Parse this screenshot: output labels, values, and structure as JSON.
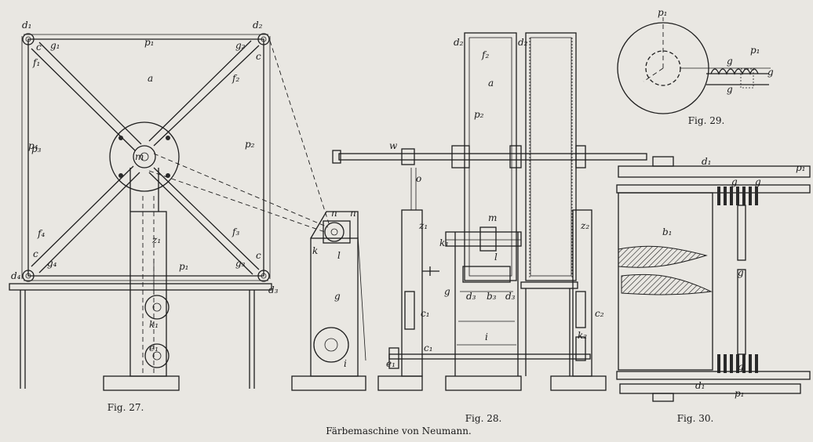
{
  "title": "Färbemaschine von Neumann.",
  "figures": [
    {
      "id": "fig27",
      "caption": "Fig. 27."
    },
    {
      "id": "fig28",
      "caption": "Fig. 28."
    },
    {
      "id": "fig29",
      "caption": "Fig. 29."
    },
    {
      "id": "fig30",
      "caption": "Fig. 30."
    }
  ],
  "labels": {
    "fig27": [
      "d₁",
      "d₂",
      "g₁",
      "g₂",
      "f₁",
      "f₂",
      "p₁",
      "p₂",
      "p₃",
      "p₄",
      "a",
      "m",
      "z₁",
      "k₁",
      "e₁",
      "g₃",
      "g₄",
      "d₃",
      "d₄",
      "p₁",
      "f₃",
      "f₄",
      "c",
      "c",
      "c",
      "c",
      "n",
      "n",
      "k",
      "l",
      "g",
      "i"
    ],
    "fig28": [
      "d₂",
      "d₂",
      "f₂",
      "a",
      "p₂",
      "w",
      "o",
      "z₁",
      "z₂",
      "k₁",
      "m",
      "l",
      "g",
      "d₃",
      "b₃",
      "d₃",
      "c₁",
      "c₁",
      "i",
      "k₂",
      "c₂",
      "e₁"
    ],
    "fig29": [
      "p₁",
      "p₁",
      "g",
      "g",
      "g"
    ],
    "fig30": [
      "d₁",
      "p₁",
      "b₁",
      "g",
      "g",
      "g",
      "g",
      "d₁",
      "p₁"
    ]
  }
}
